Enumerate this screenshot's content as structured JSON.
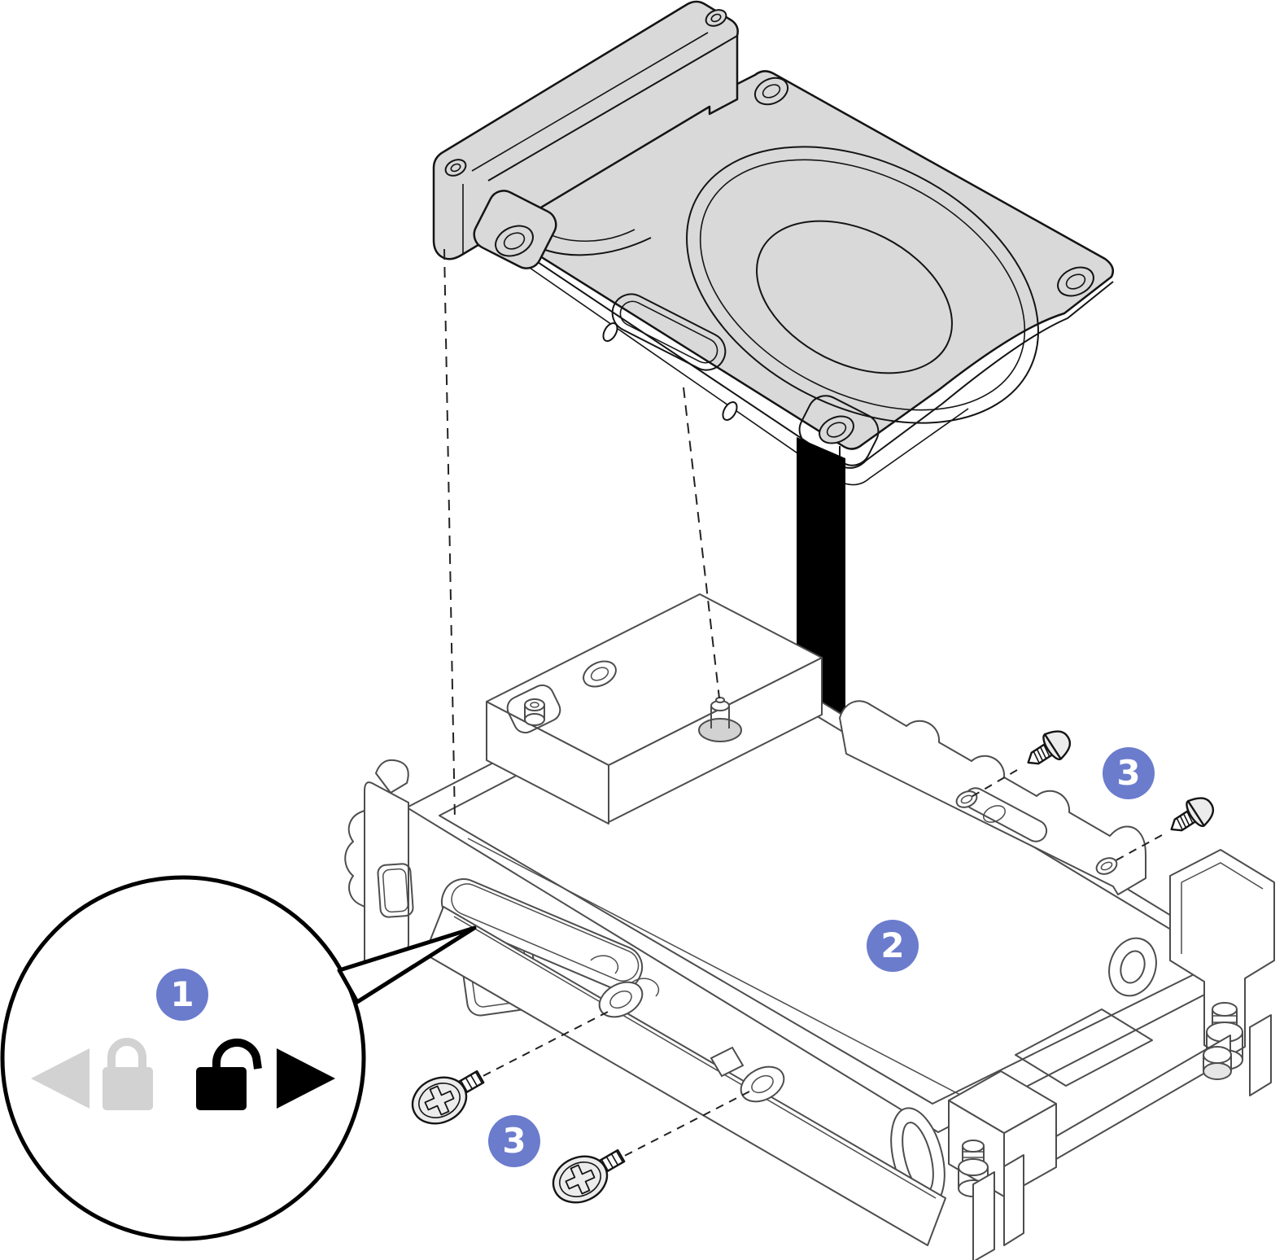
{
  "figure": {
    "kind": "hardware-installation-diagram",
    "step_badges": [
      {
        "name": "step-1",
        "label": "1"
      },
      {
        "name": "step-2",
        "label": "2"
      },
      {
        "name": "step-3-upper",
        "label": "3"
      },
      {
        "name": "step-3-lower",
        "label": "3"
      }
    ],
    "callout": {
      "icons": [
        {
          "name": "triangle-left-icon",
          "state": "inactive"
        },
        {
          "name": "lock-closed-icon",
          "state": "inactive"
        },
        {
          "name": "lock-open-icon",
          "state": "active"
        },
        {
          "name": "triangle-right-icon",
          "state": "active"
        }
      ]
    },
    "parts": {
      "drive_assembly": "drive-with-cold-plate",
      "cage": "drive-cage",
      "screw_count": 4,
      "guide_pin_count": 2
    }
  },
  "colors": {
    "badge_blue": "#6b7ccd",
    "part_gray": "#d9d9d9",
    "outline_dark": "#141414",
    "cage_line": "#4d4d4d",
    "muted_gray": "#d2d2d2",
    "screw_gray": "#ececec",
    "background": "#ffffff"
  }
}
